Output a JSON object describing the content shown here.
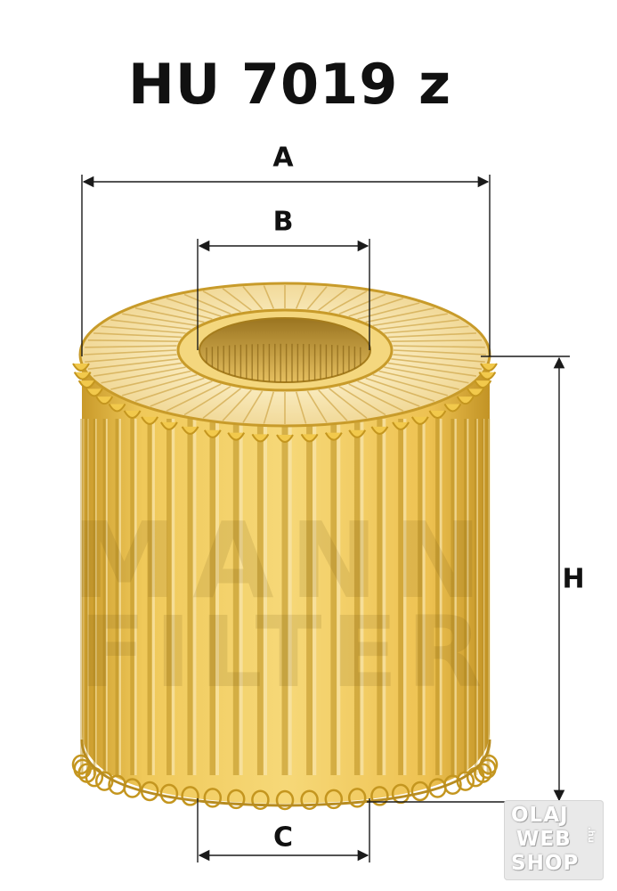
{
  "title": "HU 7019 z",
  "dimensions": {
    "a": "A",
    "b": "B",
    "c": "C",
    "h": "H"
  },
  "watermark": {
    "line1": "MANN",
    "line2": "FILTER"
  },
  "badge": {
    "line1": "OLAJ",
    "line2": "WEB",
    "line3": "SHOP",
    "suffix": ".hu"
  },
  "colors": {
    "paper": "#f2cf66",
    "paper_dark": "#b98f22",
    "paper_light": "#f8e6ae",
    "line": "#1a1a1a"
  }
}
